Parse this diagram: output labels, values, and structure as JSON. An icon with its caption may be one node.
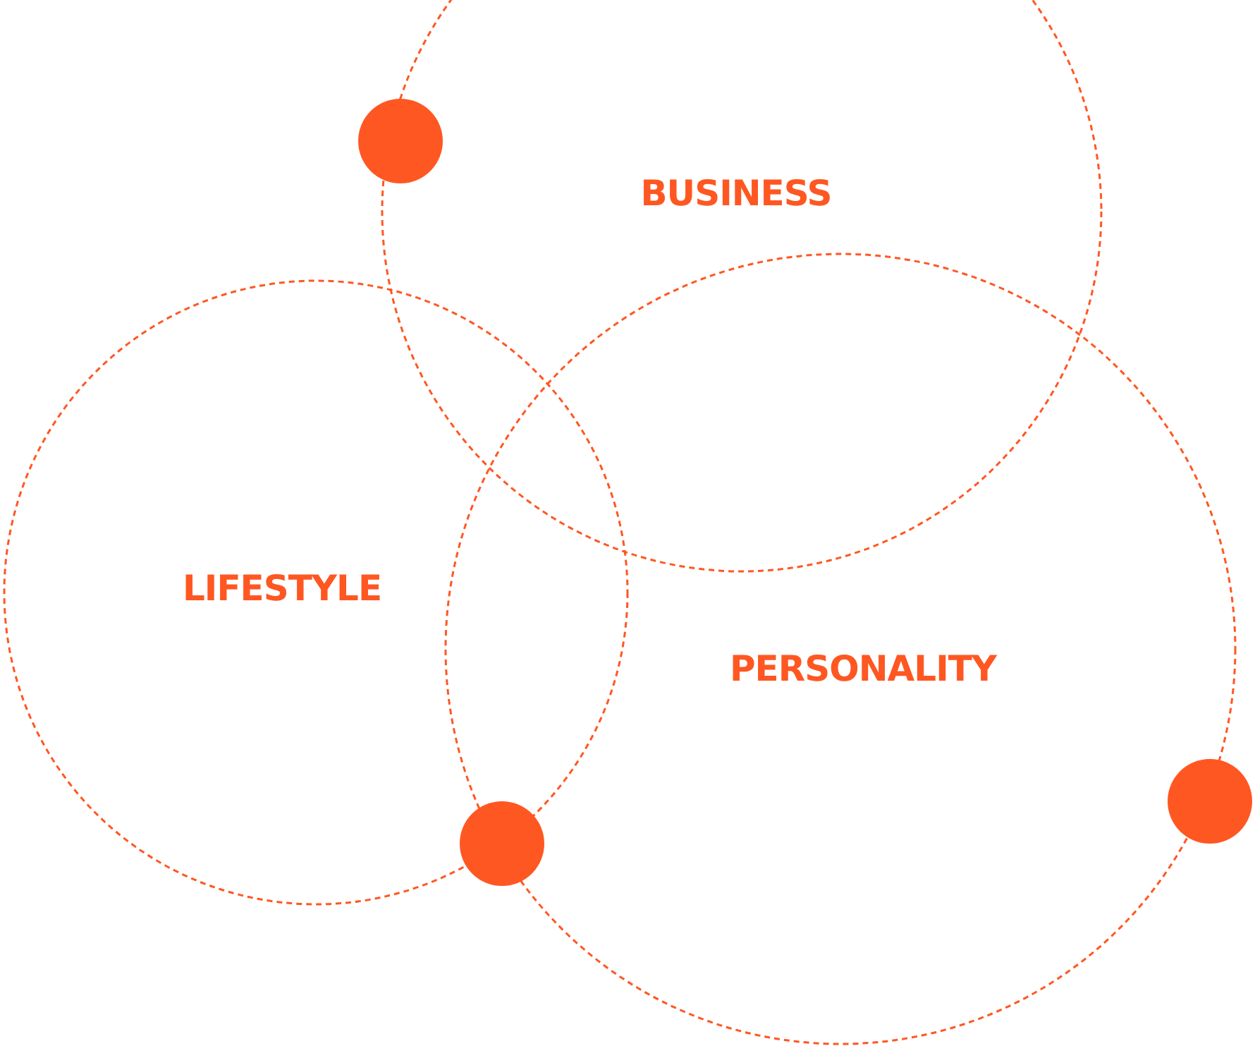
{
  "diagram": {
    "nodes": [
      {
        "text": [
          "BUSINESS"
        ]
      },
      {
        "text": [
          "LIFESTYLE"
        ]
      },
      {
        "text": [
          "PERSONALITY"
        ]
      }
    ],
    "edges": []
  }
}
